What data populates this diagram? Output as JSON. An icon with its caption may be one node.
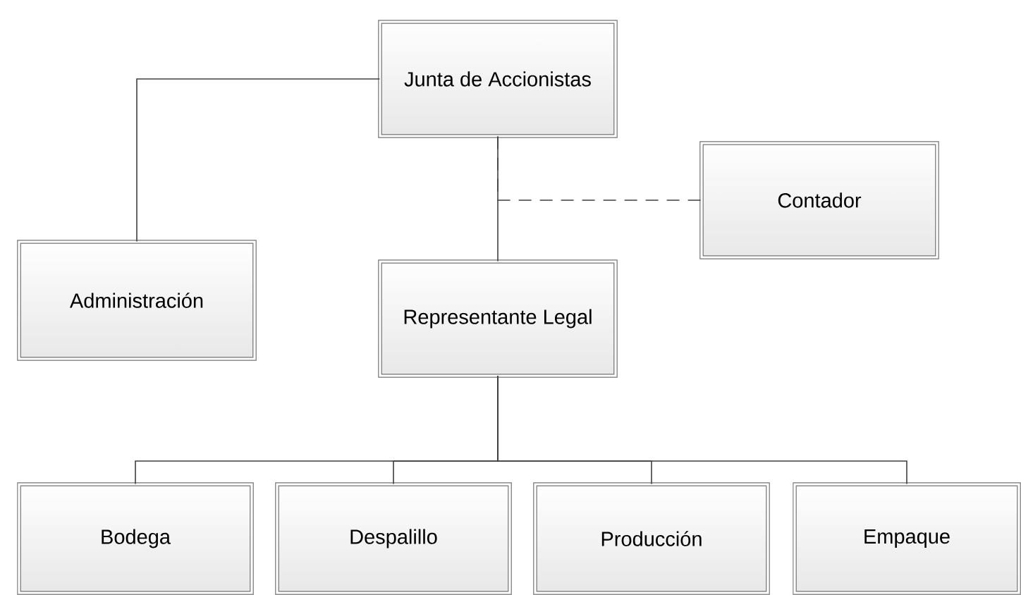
{
  "diagram": {
    "nodes": [
      {
        "text": [
          "Junta de Accionistas"
        ]
      },
      {
        "text": [
          "Contador"
        ]
      },
      {
        "text": [
          "Administración"
        ]
      },
      {
        "text": [
          "Representante Legal"
        ]
      },
      {
        "text": [
          "Bodega"
        ]
      },
      {
        "text": [
          "Despalillo"
        ]
      },
      {
        "text": [
          "Producción"
        ]
      },
      {
        "text": [
          "Empaque"
        ]
      }
    ],
    "edges": [
      {
        "from": 0,
        "to": 2,
        "arrow": "none"
      },
      {
        "from": 0,
        "to": 3,
        "arrow": "none"
      },
      {
        "from": 0,
        "to": 1,
        "arrow": "none",
        "style": "dashed"
      },
      {
        "from": 3,
        "to": 4,
        "arrow": "none"
      },
      {
        "from": 3,
        "to": 5,
        "arrow": "none"
      },
      {
        "from": 3,
        "to": 6,
        "arrow": "none"
      },
      {
        "from": 3,
        "to": 7,
        "arrow": "none"
      }
    ]
  }
}
